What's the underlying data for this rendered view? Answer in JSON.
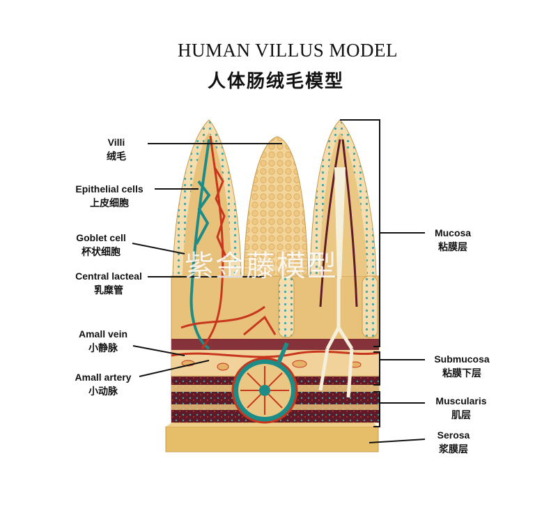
{
  "title_en": "HUMAN VILLUS MODEL",
  "title_zh": "人体肠绒毛模型",
  "watermark": "紫金藤模型",
  "labels_left": [
    {
      "en": "Villi",
      "zh": "绒毛"
    },
    {
      "en": "Epithelial cells",
      "zh": "上皮细胞"
    },
    {
      "en": "Goblet cell",
      "zh": "杯状细胞"
    },
    {
      "en": "Central lacteal",
      "zh": "乳糜管"
    },
    {
      "en": "Amall vein",
      "zh": "小静脉"
    },
    {
      "en": "Amall artery",
      "zh": "小动脉"
    }
  ],
  "labels_right": [
    {
      "en": "Mucosa",
      "zh": "粘膜层"
    },
    {
      "en": "Submucosa",
      "zh": "粘膜下层"
    },
    {
      "en": "Muscularis",
      "zh": "肌层"
    },
    {
      "en": "Serosa",
      "zh": "浆膜层"
    }
  ],
  "colors": {
    "tissue": "#E8C27A",
    "epithelium": "#F2D9A6",
    "artery": "#C8361E",
    "vein": "#1E8C86",
    "lacteal": "#F5F0DC",
    "muscle": "#5E1A28",
    "base": "#E9C474"
  }
}
